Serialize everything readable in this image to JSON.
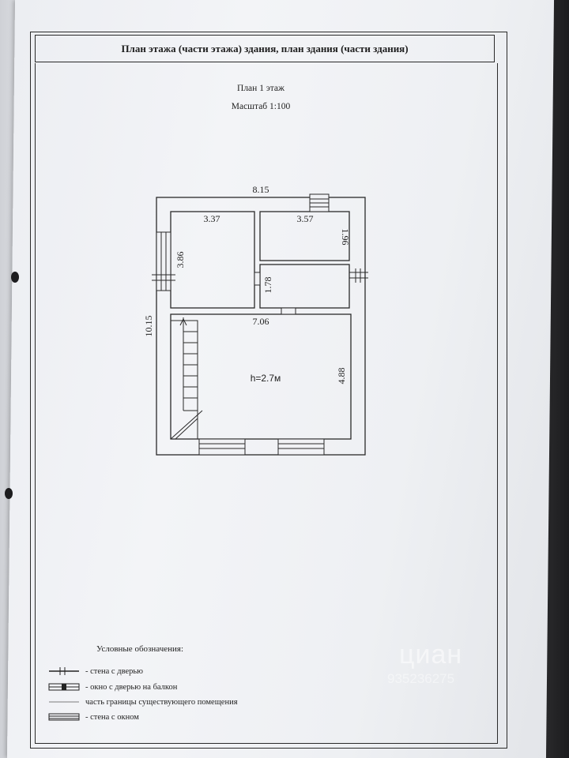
{
  "document": {
    "title": "План этажа (части этажа) здания, план здания (части здания)",
    "floor": "План 1 этаж",
    "scale": "Масштаб 1:100"
  },
  "plan": {
    "overall_width": "8.15",
    "overall_height": "10.15",
    "room_top_left_width": "3.37",
    "room_top_left_height": "3.86",
    "room_top_right_width": "3.57",
    "room_top_right_height": "1.96",
    "room_mid_right_height": "1.78",
    "main_room_width": "7.06",
    "main_room_height": "4.88",
    "ceiling_height": "h=2.7м"
  },
  "legend": {
    "title": "Условные обозначения:",
    "items": [
      {
        "icon": "wall-with-door-symbol",
        "label": "- стена с дверью"
      },
      {
        "icon": "window-with-balcony-door-symbol",
        "label": "- окно с дверью на балкон"
      },
      {
        "icon": "existing-room-boundary-symbol",
        "label": "часть границы существующего помещения"
      },
      {
        "icon": "wall-with-window-symbol",
        "label": "- стена с окном"
      }
    ]
  },
  "watermark": {
    "brand": "циан",
    "code": "935236275"
  }
}
